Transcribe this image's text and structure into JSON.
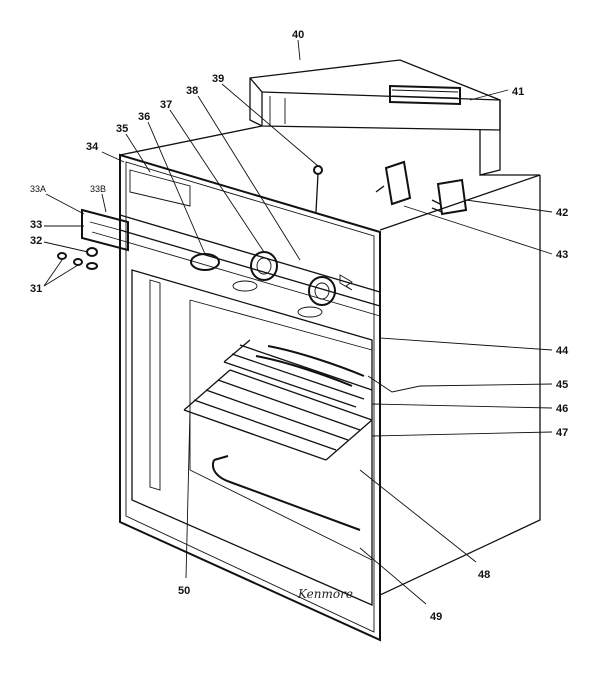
{
  "diagram": {
    "signature": "Kenmore",
    "callouts": [
      {
        "id": "c40",
        "text": "40"
      },
      {
        "id": "c41",
        "text": "41"
      },
      {
        "id": "c39",
        "text": "39"
      },
      {
        "id": "c38",
        "text": "38"
      },
      {
        "id": "c37",
        "text": "37"
      },
      {
        "id": "c36",
        "text": "36"
      },
      {
        "id": "c35",
        "text": "35"
      },
      {
        "id": "c34",
        "text": "34"
      },
      {
        "id": "c33a",
        "text": "33A"
      },
      {
        "id": "c33b",
        "text": "33B"
      },
      {
        "id": "c33",
        "text": "33"
      },
      {
        "id": "c32",
        "text": "32"
      },
      {
        "id": "c31",
        "text": "31"
      },
      {
        "id": "c42",
        "text": "42"
      },
      {
        "id": "c43",
        "text": "43"
      },
      {
        "id": "c44",
        "text": "44"
      },
      {
        "id": "c45",
        "text": "45"
      },
      {
        "id": "c46",
        "text": "46"
      },
      {
        "id": "c47",
        "text": "47"
      },
      {
        "id": "c48",
        "text": "48"
      },
      {
        "id": "c49",
        "text": "49"
      },
      {
        "id": "c50",
        "text": "50"
      }
    ]
  }
}
